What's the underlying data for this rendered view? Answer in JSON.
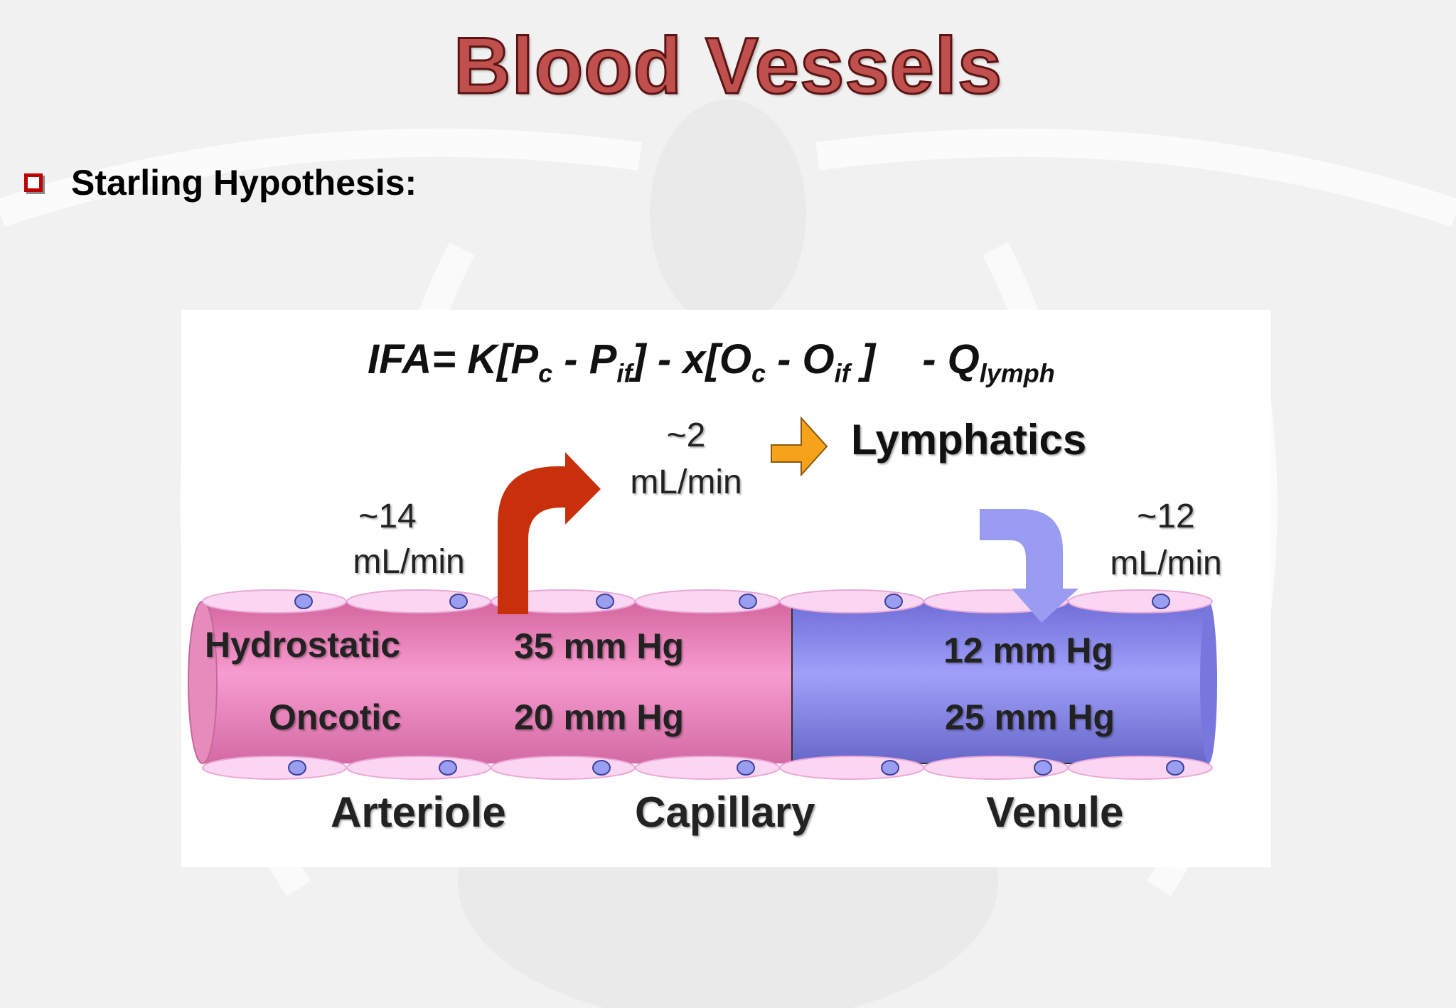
{
  "slide": {
    "title": "Blood Vessels",
    "bullet": "Starling Hypothesis:"
  },
  "diagram": {
    "formula": {
      "lhs": "IFA",
      "equals": "=",
      "k_open": "K[P",
      "c1": "c",
      "minus1": " - P",
      "if1": "if",
      "close1": "] - x[O",
      "c2": "c",
      "minus2": " - O",
      "if2": "if",
      "close2": " ]",
      "lymph_prefix": "- Q",
      "lymph_sub": "lymph"
    },
    "flows": {
      "arteriole_line1": "~14",
      "arteriole_line2": "mL/min",
      "lymph_line1": "~2",
      "lymph_line2": "mL/min",
      "venule_line1": "~12",
      "venule_line2": "mL/min"
    },
    "lymphatics_label": "Lymphatics",
    "pressures": {
      "hydrostatic_label": "Hydrostatic",
      "oncotic_label": "Oncotic",
      "arterial_hydrostatic": "35 mm Hg",
      "arterial_oncotic": "20 mm Hg",
      "venous_hydrostatic": "12 mm Hg",
      "venous_oncotic": "25 mm Hg"
    },
    "vessel_labels": {
      "arteriole": "Arteriole",
      "capillary": "Capillary",
      "venule": "Venule"
    },
    "colors": {
      "arterial_segment": "#f08fc4",
      "venous_segment": "#8a8ae8",
      "filtration_arrow": "#c8300b",
      "lymph_arrow": "#f7a21b",
      "reabsorption_arrow": "#9a9cf2",
      "title": "#c0504d",
      "bullet": "#c00000"
    }
  }
}
